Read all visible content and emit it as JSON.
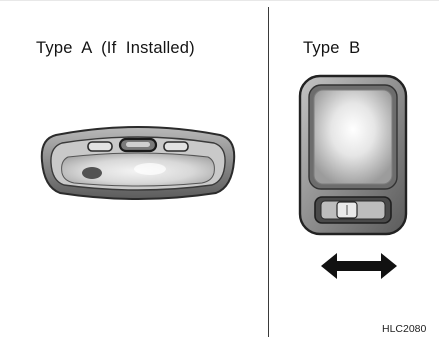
{
  "panels": {
    "left": {
      "title": "Type  A  (If  Installed)"
    },
    "right": {
      "title": "Type  B"
    }
  },
  "figure_code": "HLC2080",
  "icons": {
    "lamp_a": "overhead-dome-lamp-icon",
    "lamp_b": "sliding-switch-lamp-icon",
    "arrow": "double-headed-arrow-icon"
  },
  "colors": {
    "ink": "#141414",
    "divider": "#3a3a3a",
    "housing_gray": "#8a8a8a",
    "lens_light": "#ececec"
  }
}
